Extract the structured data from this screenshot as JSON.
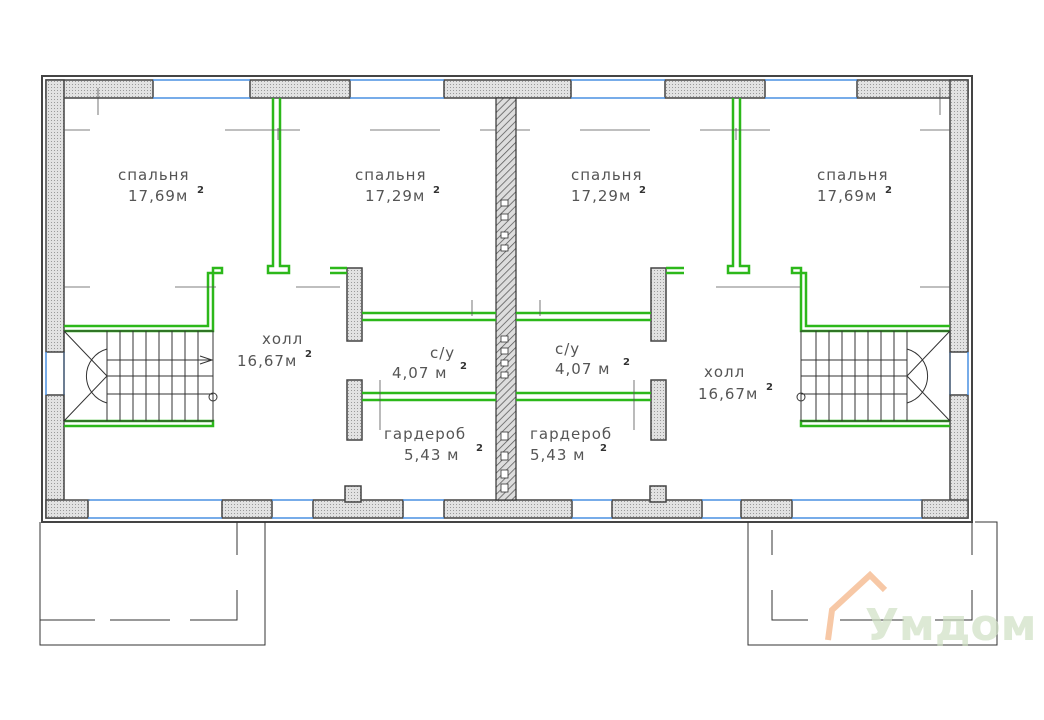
{
  "title": "Floor plan, second floor, semi-detached house",
  "rooms": [
    {
      "name": "спальня",
      "area": "17,69м"
    },
    {
      "name": "спальня",
      "area": "17,29м"
    },
    {
      "name": "спальня",
      "area": "17,29м"
    },
    {
      "name": "спальня",
      "area": "17,69м"
    },
    {
      "name": "холл",
      "area": "16,67м"
    },
    {
      "name": "с/у",
      "area": "4,07 м"
    },
    {
      "name": "гардероб",
      "area": "5,43 м"
    },
    {
      "name": "с/у",
      "area": "4,07 м"
    },
    {
      "name": "гардероб",
      "area": "5,43 м"
    },
    {
      "name": "холл",
      "area": "16,67м"
    }
  ],
  "superscript": "2",
  "watermark": "Умдом",
  "colors": {
    "walls": "#444444",
    "partitions": "#2cb81a",
    "windows": "#4a90e2",
    "watermark_roof": "#f4b080"
  }
}
